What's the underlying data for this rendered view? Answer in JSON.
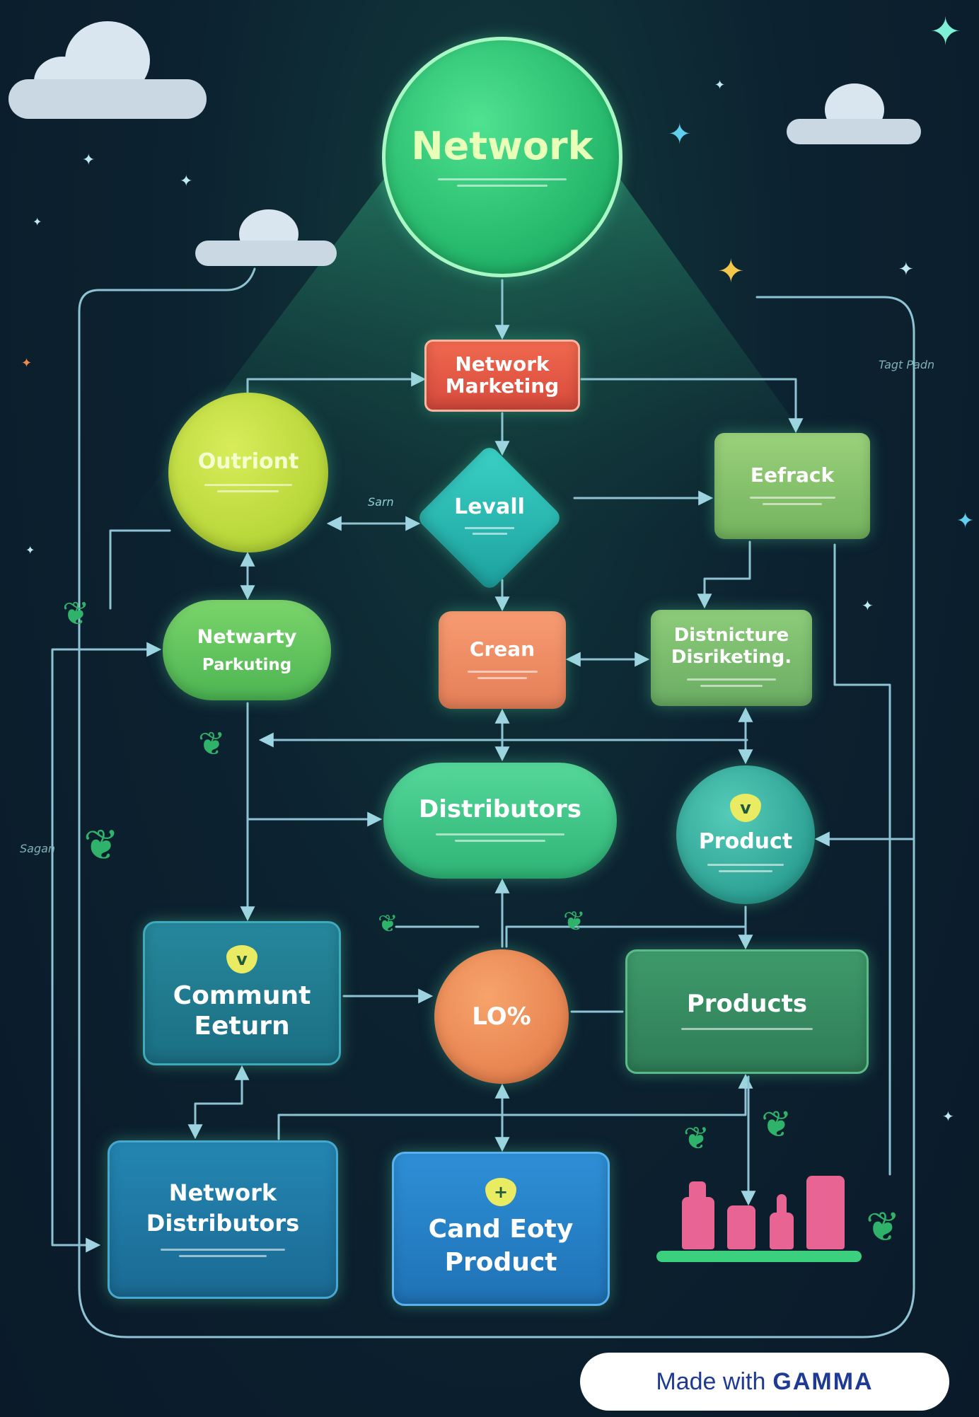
{
  "nodes": {
    "network": "Network",
    "network_marketing": [
      "Network",
      "Marketing"
    ],
    "outriont": "Outriont",
    "levall": "Levall",
    "eefrack": "Eefrack",
    "netwarty": [
      "Netwarty",
      "Parkuting"
    ],
    "crean": "Crean",
    "distnicture": [
      "Distnicture",
      "Disriketing."
    ],
    "distributors": "Distributors",
    "product": "Product",
    "product_badge": "v",
    "commun": [
      "Communt",
      "Eeturn"
    ],
    "commun_badge": "v",
    "lo": "LO%",
    "products": "Products",
    "network_distributors": [
      "Network",
      "Distributors"
    ],
    "cand": [
      "Cand Eoty",
      "Product"
    ],
    "cand_badge": "+"
  },
  "side_labels": {
    "top_right": "Tagt Padn",
    "left": "Sagan",
    "mid": "Sarn"
  },
  "footer": {
    "made_with": "Made with",
    "brand": "GAMMA"
  },
  "colors": {
    "background": "#0c2230",
    "connector": "#8fc3d4",
    "beam": "#1f6b55",
    "brand_blue": "#1f3a93"
  }
}
